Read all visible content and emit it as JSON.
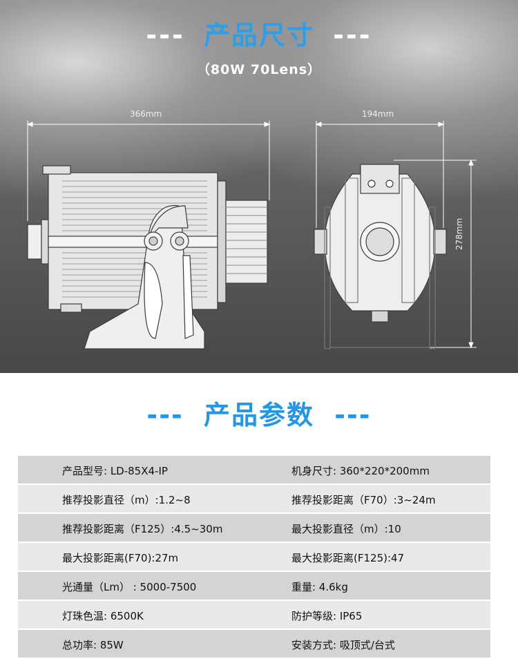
{
  "header": {
    "title": "产品尺寸",
    "dash_left": "---",
    "dash_right": "---",
    "subtitle": "（80W 70Lens）"
  },
  "dimensions": {
    "width_side": "366mm",
    "width_front": "194mm",
    "height_front": "278mm"
  },
  "params": {
    "title": "产品参数",
    "dash_left": "---",
    "dash_right": "---",
    "rows": [
      {
        "left": "产品型号:  LD-85X4-IP",
        "right": "机身尺寸: 360*220*200mm"
      },
      {
        "left": "推荐投影直径（m）:1.2~8",
        "right": "推荐投影距离（F70）:3~24m"
      },
      {
        "left": "推荐投影距离（F125）:4.5~30m",
        "right": "最大投影直径（m）:10"
      },
      {
        "left": "最大投影距离(F70):27m",
        "right": "最大投影距离(F125):47"
      },
      {
        "left": "光通量（Lm） :  5000-7500",
        "right": "重量: 4.6kg"
      },
      {
        "left": "灯珠色温: 6500K",
        "right": "防护等级:  IP65"
      },
      {
        "left": "总功率: 85W",
        "right": " 安装方式: 吸顶式/台式"
      }
    ]
  },
  "colors": {
    "accent": "#2f9ee9",
    "row_dark": "#d4d4d4",
    "row_light": "#e9e9e9"
  }
}
